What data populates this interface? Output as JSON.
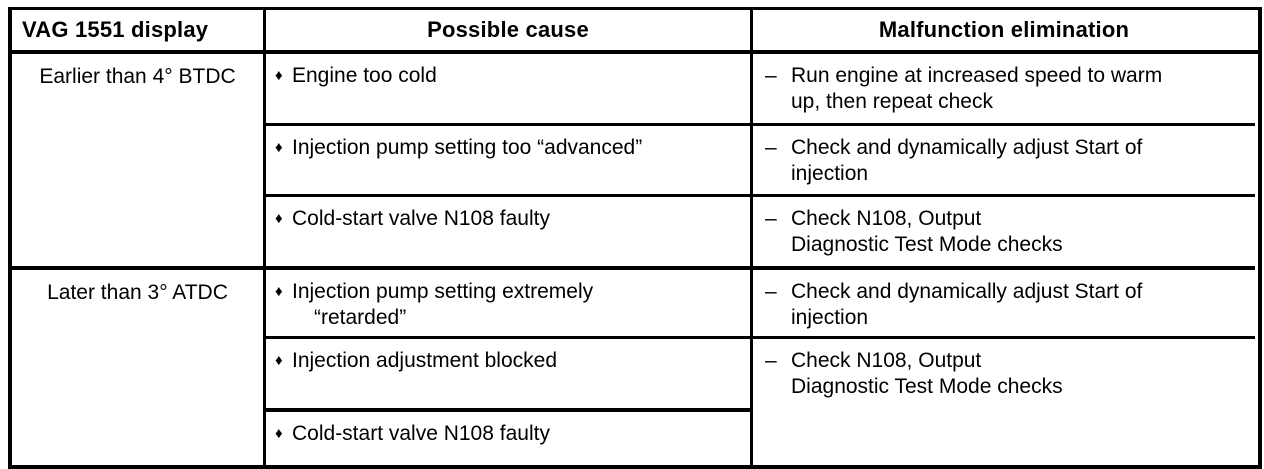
{
  "table": {
    "headers": [
      {
        "label": "VAG 1551 display",
        "align": "left"
      },
      {
        "label": "Possible cause",
        "align": "center"
      },
      {
        "label": "Malfunction elimination",
        "align": "center"
      }
    ],
    "bullet_glyph": "♦",
    "dash_glyph": "–",
    "groups": [
      {
        "display": "Earlier than 4° BTDC",
        "rows": [
          {
            "cause": "Engine too cold",
            "cause_second_line": "",
            "fix": "Run engine at increased speed to warm\nup, then repeat check"
          },
          {
            "cause": "Injection pump setting too “advanced”",
            "cause_second_line": "",
            "fix": "Check and dynamically adjust Start of\ninjection"
          },
          {
            "cause": "Cold-start valve N108 faulty",
            "cause_second_line": "",
            "fix": "Check N108, Output\nDiagnostic Test Mode checks"
          }
        ]
      },
      {
        "display": "Later than 3° ATDC",
        "rows": [
          {
            "cause": "Injection pump setting extremely",
            "cause_second_line": "“retarded”",
            "fix": "Check and dynamically adjust Start of\ninjection"
          },
          {
            "cause": "Injection adjustment blocked",
            "cause_second_line": "",
            "fix": "Check N108, Output\nDiagnostic Test Mode checks"
          },
          {
            "cause": "Cold-start valve N108 faulty",
            "cause_second_line": "",
            "fix": ""
          }
        ]
      }
    ]
  },
  "colors": {
    "ink": "#000000",
    "paper": "#ffffff"
  }
}
